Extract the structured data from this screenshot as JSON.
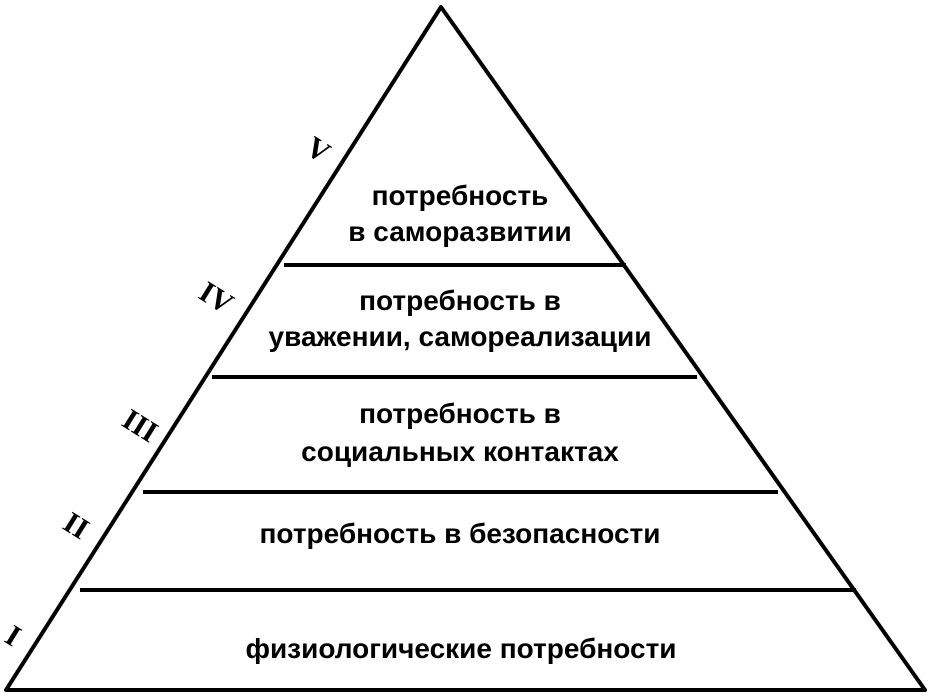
{
  "colors": {
    "stroke": "#000000",
    "background": "#ffffff"
  },
  "levels": [
    {
      "numeral": "V",
      "lines": [
        "потребность",
        "в саморазвитии"
      ]
    },
    {
      "numeral": "IV",
      "lines": [
        "потребность в",
        "уважении, самореализации"
      ]
    },
    {
      "numeral": "III",
      "lines": [
        "потребность в",
        "социальных контактах"
      ]
    },
    {
      "numeral": "II",
      "lines": [
        "потребность в безопасности"
      ]
    },
    {
      "numeral": "I",
      "lines": [
        "физиологические потребности"
      ]
    }
  ]
}
